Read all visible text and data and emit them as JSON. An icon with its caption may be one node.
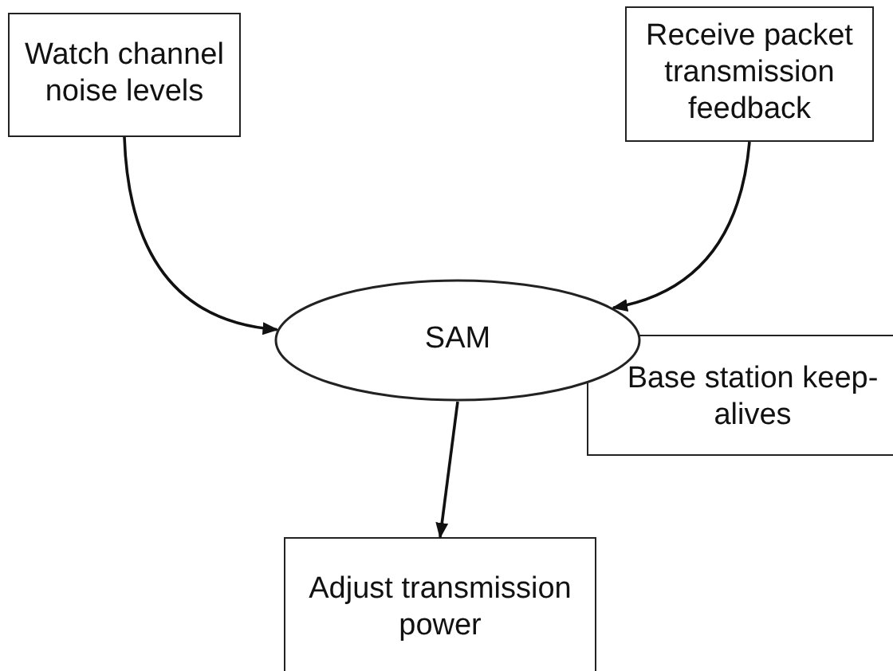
{
  "diagram": {
    "nodes": [
      {
        "text": [
          "Watch channel noise levels"
        ]
      },
      {
        "text": [
          "Receive packet transmission feedback"
        ]
      },
      {
        "text": [
          "SAM"
        ]
      },
      {
        "text": [
          "Base station keep-alives"
        ]
      },
      {
        "text": [
          "Adjust transmission power"
        ]
      }
    ],
    "edges": [
      {
        "from": 0,
        "to": 2,
        "arrow": "to"
      },
      {
        "from": 1,
        "to": 2,
        "arrow": "to"
      },
      {
        "from": 2,
        "to": 4,
        "arrow": "to"
      }
    ]
  }
}
